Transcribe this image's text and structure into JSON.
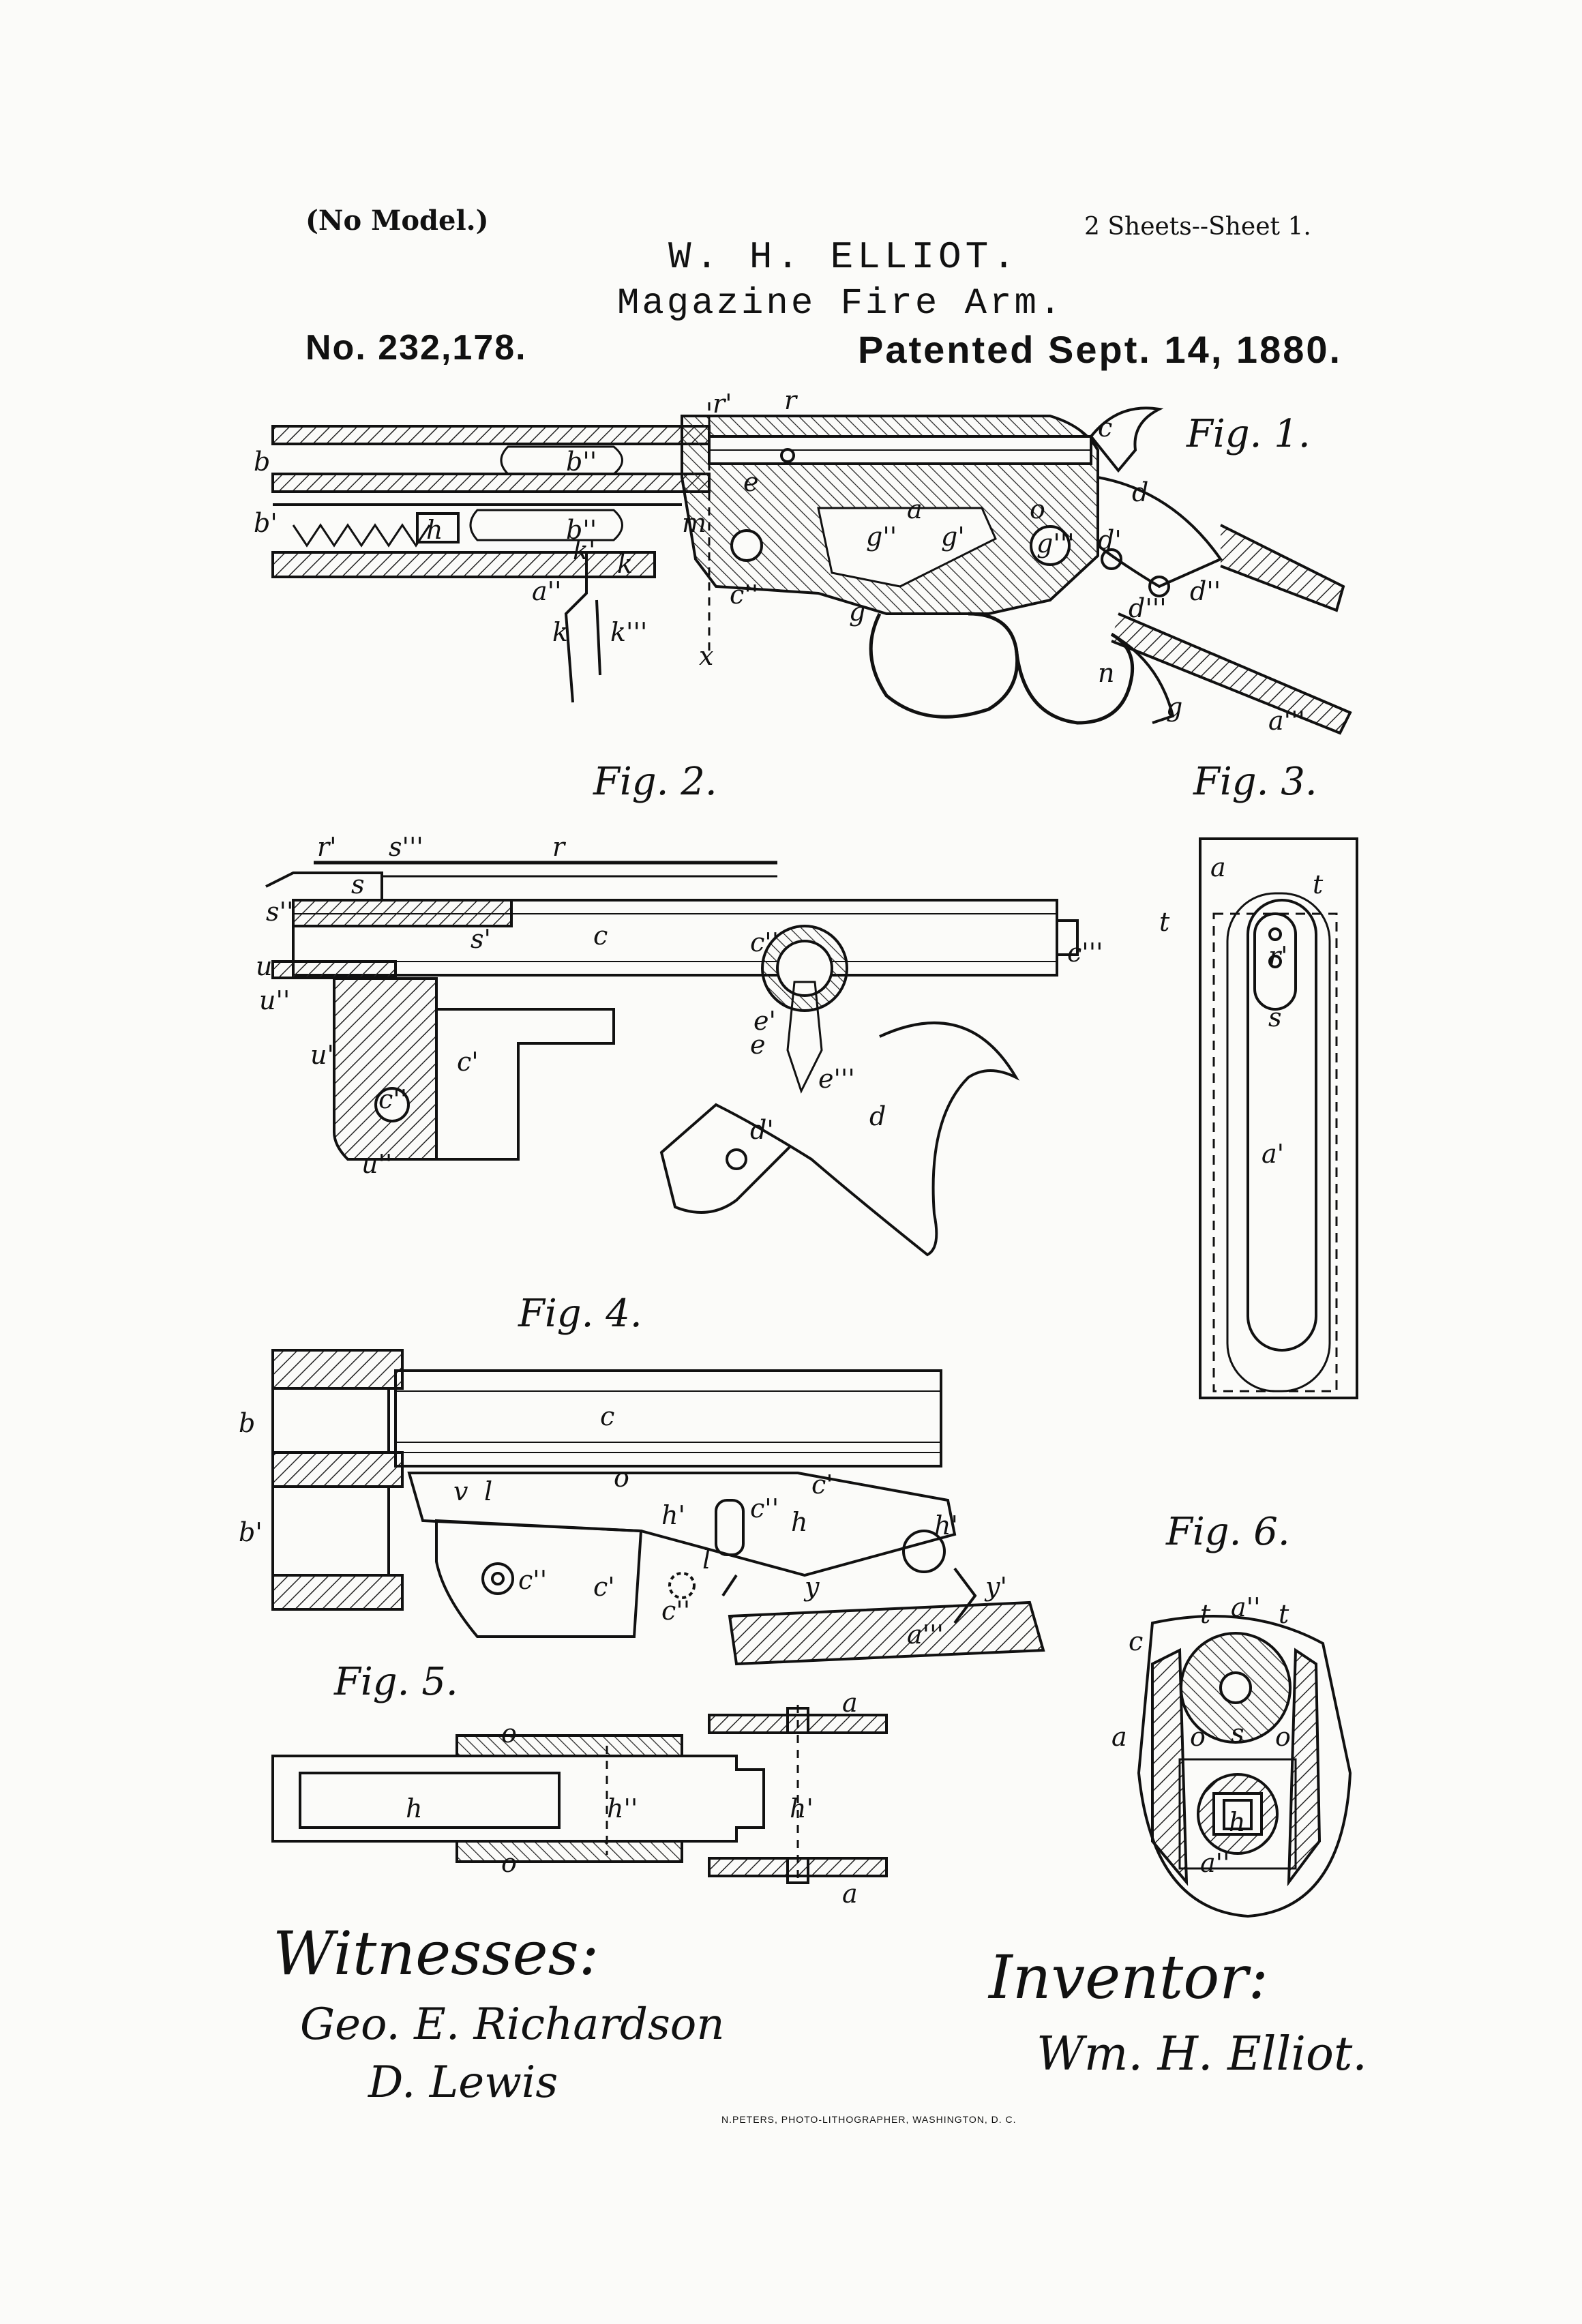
{
  "header": {
    "no_model": "(No Model.)",
    "inventor_name": "W. H. ELLIOT.",
    "sheets": "2 Sheets--Sheet 1.",
    "title": "Magazine Fire Arm.",
    "patent_number": "No. 232,178.",
    "patent_date": "Patented Sept. 14, 1880."
  },
  "figures": {
    "fig1": "Fig. 1.",
    "fig2": "Fig. 2.",
    "fig3": "Fig. 3.",
    "fig4": "Fig. 4.",
    "fig5": "Fig. 5.",
    "fig6": "Fig. 6."
  },
  "signatures": {
    "witnesses_label": "Witnesses:",
    "witness_1": "Geo. E. Richardson",
    "witness_2": "D. Lewis",
    "inventor_label": "Inventor:",
    "inventor_signature": "Wm. H. Elliot."
  },
  "footer": {
    "printer": "N.PETERS, PHOTO-LITHOGRAPHER, WASHINGTON, D. C."
  },
  "reference_letters": {
    "fig1": [
      "b",
      "b'",
      "b''",
      "b''",
      "h",
      "r'",
      "r",
      "c",
      "d",
      "a",
      "o",
      "g'",
      "g''",
      "g'''",
      "d'",
      "d''",
      "d'''",
      "e",
      "m",
      "k'",
      "k",
      "a''",
      "k",
      "k'''",
      "c''",
      "x",
      "g",
      "n",
      "g",
      "a'''"
    ],
    "fig2": [
      "r'",
      "s'''",
      "r",
      "s",
      "s''",
      "s'",
      "c",
      "c'''",
      "c''",
      "u",
      "u''",
      "u'",
      "c'",
      "c''",
      "e'",
      "e",
      "e'''",
      "d'",
      "d",
      "u''"
    ],
    "fig3": [
      "a",
      "t",
      "t",
      "r'",
      "s",
      "a'"
    ],
    "fig4": [
      "b",
      "c",
      "b'",
      "o",
      "v",
      "c'",
      "h'",
      "l",
      "c'",
      "c''",
      "h",
      "c''",
      "l",
      "h'",
      "y'",
      "y",
      "a'''",
      "c''"
    ],
    "fig5": [
      "a",
      "o",
      "h",
      "h''",
      "h'",
      "o",
      "a"
    ],
    "fig6": [
      "c",
      "a''",
      "t",
      "t",
      "a",
      "o",
      "o",
      "s",
      "h",
      "a''"
    ]
  }
}
